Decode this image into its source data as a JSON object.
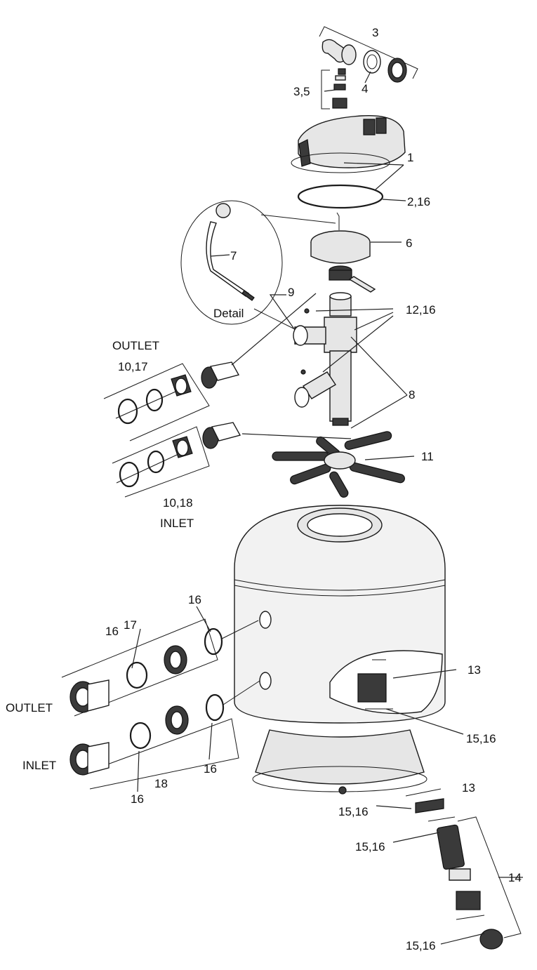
{
  "labels": {
    "l3": "3",
    "l4": "4",
    "l35": "3,5",
    "l1": "1",
    "l216": "2,16",
    "l6": "6",
    "l7": "7",
    "detail": "Detail",
    "l9": "9",
    "l1216": "12,16",
    "outlet_top": "OUTLET",
    "l1017": "10,17",
    "l8": "8",
    "l11": "11",
    "l1018": "10,18",
    "inlet_top": "INLET",
    "l16a": "16",
    "l16b": "16",
    "l17": "17",
    "l13a": "13",
    "outlet_bottom": "OUTLET",
    "l1516a": "15,16",
    "inlet_bottom": "INLET",
    "l16c": "16",
    "l18": "18",
    "l16d": "16",
    "l13b": "13",
    "l1516b": "15,16",
    "l1516c": "15,16",
    "l14": "14",
    "l1516d": "15,16"
  }
}
